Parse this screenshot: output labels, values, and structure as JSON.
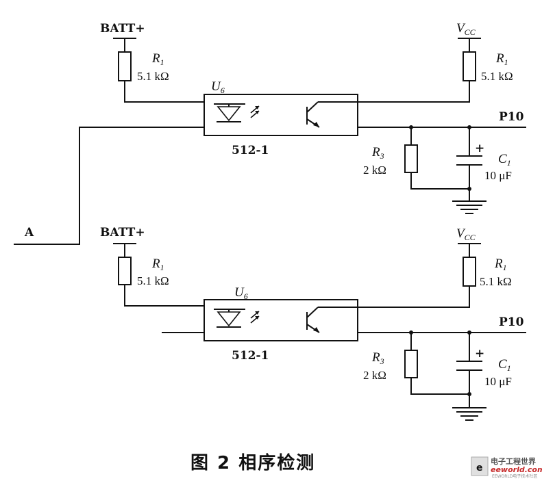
{
  "labels": {
    "batt": "BATT+",
    "vcc_main": "V",
    "vcc_sub": "CC",
    "r1_main": "R",
    "r1_sub": "1",
    "r1_value": "5.1 kΩ",
    "r3_main": "R",
    "r3_sub": "3",
    "r3_value": "2 kΩ",
    "c1_main": "C",
    "c1_sub": "1",
    "c1_value": "10 μF",
    "u6_main": "U",
    "u6_sub": "6",
    "part": "512-1",
    "p10": "P10",
    "input_a": "A",
    "plus": "+"
  },
  "caption": "图 2   相序检测",
  "watermark": {
    "title": "电子工程世界",
    "site": "eeworld.com.cn",
    "tagline": "EEWORLD电子技术社区"
  }
}
